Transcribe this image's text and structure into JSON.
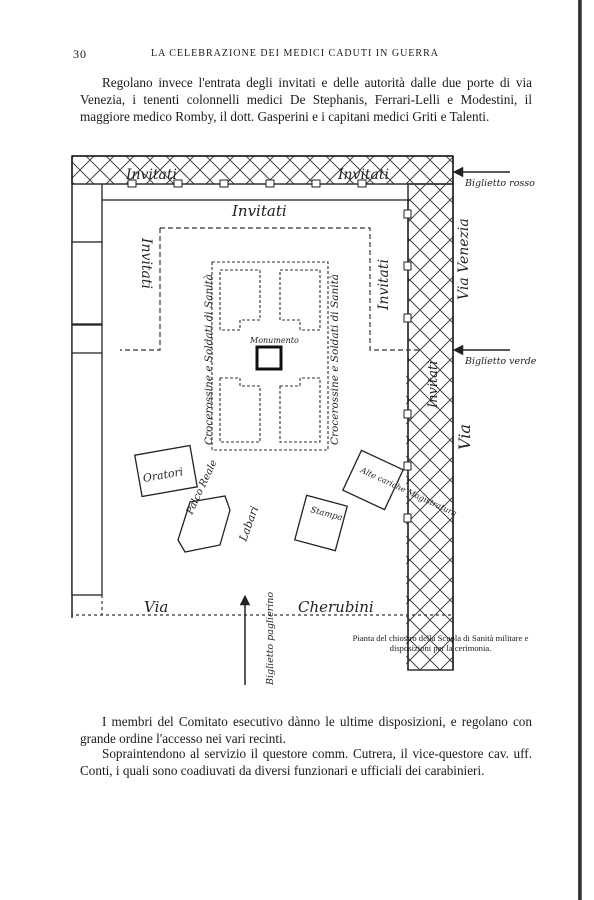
{
  "header": {
    "page_number": "30",
    "running_title": "La celebrazione dei medici caduti in guerra"
  },
  "paragraphs": {
    "p1": "Regolano invece l'entrata degli invitati e delle autorità dalle due porte di via Venezia, i tenenti colonnelli medici De Stephanis, Ferrari-Lelli e Modestini, il maggiore medico Romby, il dott. Gasperini e i capitani medici Griti e Talenti.",
    "p2": "I membri del Comitato esecutivo dànno le ultime disposizioni, e regolano con grande ordine l'accesso nei vari recinti.",
    "p3": "Sopraintendono al servizio il questore comm. Cutrera, il vice-questore cav. uff. Conti, i quali sono coadiuvati da diversi funzionari e ufficiali dei carabinieri."
  },
  "figure": {
    "labels": {
      "invitati_top": "Invitati",
      "invitati_top_right": "Invitati",
      "invitati_mid": "Invitati",
      "invitati_left": "Invitati",
      "invitati_right": "Invitati",
      "invitati_bottom_right": "Invitati",
      "crocerossine_left": "Crocerossine e Soldati di Sanità",
      "crocerossine_right": "Crocerossine e Soldati di Sanità",
      "monumento": "Monumento",
      "oratori": "Oratori",
      "palco_reale": "Palco Reale",
      "labari": "Labari",
      "stampa": "Stampa",
      "autorita": "Alte cariche Magistratura",
      "biglietto_rosso": "Biglietto rosso",
      "biglietto_verde": "Biglietto verde",
      "biglietto_paglierino": "Biglietto paglierino",
      "via_venezia": "Via Venezia",
      "via": "Via",
      "via_cherubini": "Via",
      "cherubini": "Cherubini"
    },
    "caption": "Pianta del chiostro della Scuola di Sanità militare e disposizioni per la cerimonia."
  }
}
